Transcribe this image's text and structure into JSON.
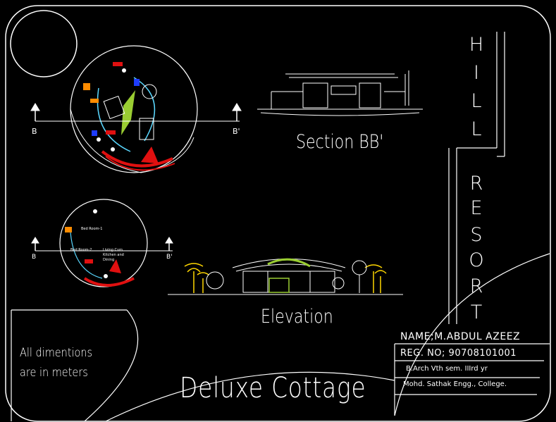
{
  "title_block": {
    "sheet_title": "Deluxe Cottage",
    "project_letters_top": [
      "H",
      "I",
      "L",
      "L"
    ],
    "project_letters_bottom": [
      "R",
      "E",
      "S",
      "O",
      "R",
      "T"
    ],
    "name": "NAME;M.ABDUL  AZEEZ",
    "reg_no": "REG. NO; 90708101001",
    "course": "B.Arch  Vth  sem.  IIIrd  yr",
    "college": "Mohd.  Sathak  Engg.,  College."
  },
  "notes": {
    "line1": "All dimentions",
    "line2": "are in meters"
  },
  "drawings": {
    "section_label": "Section BB'",
    "elevation_label": "Elevation",
    "section_mark_left": "B",
    "section_mark_right": "B'"
  },
  "plan_room_labels": {
    "bed_room_1": "Bed Room-1",
    "bed_room_2": "Bed Room-2",
    "living_line1": "Living Cum",
    "living_line2": "Kitchen and",
    "living_line3": "Dining"
  },
  "colors": {
    "background": "#000000",
    "linework": "#ffffff",
    "accent_red": "#e01010",
    "accent_green": "#9acd32",
    "accent_orange": "#ff8c00",
    "accent_blue": "#1e3cff",
    "accent_cyan": "#5ad8ff",
    "accent_yellow": "#ffd700"
  }
}
